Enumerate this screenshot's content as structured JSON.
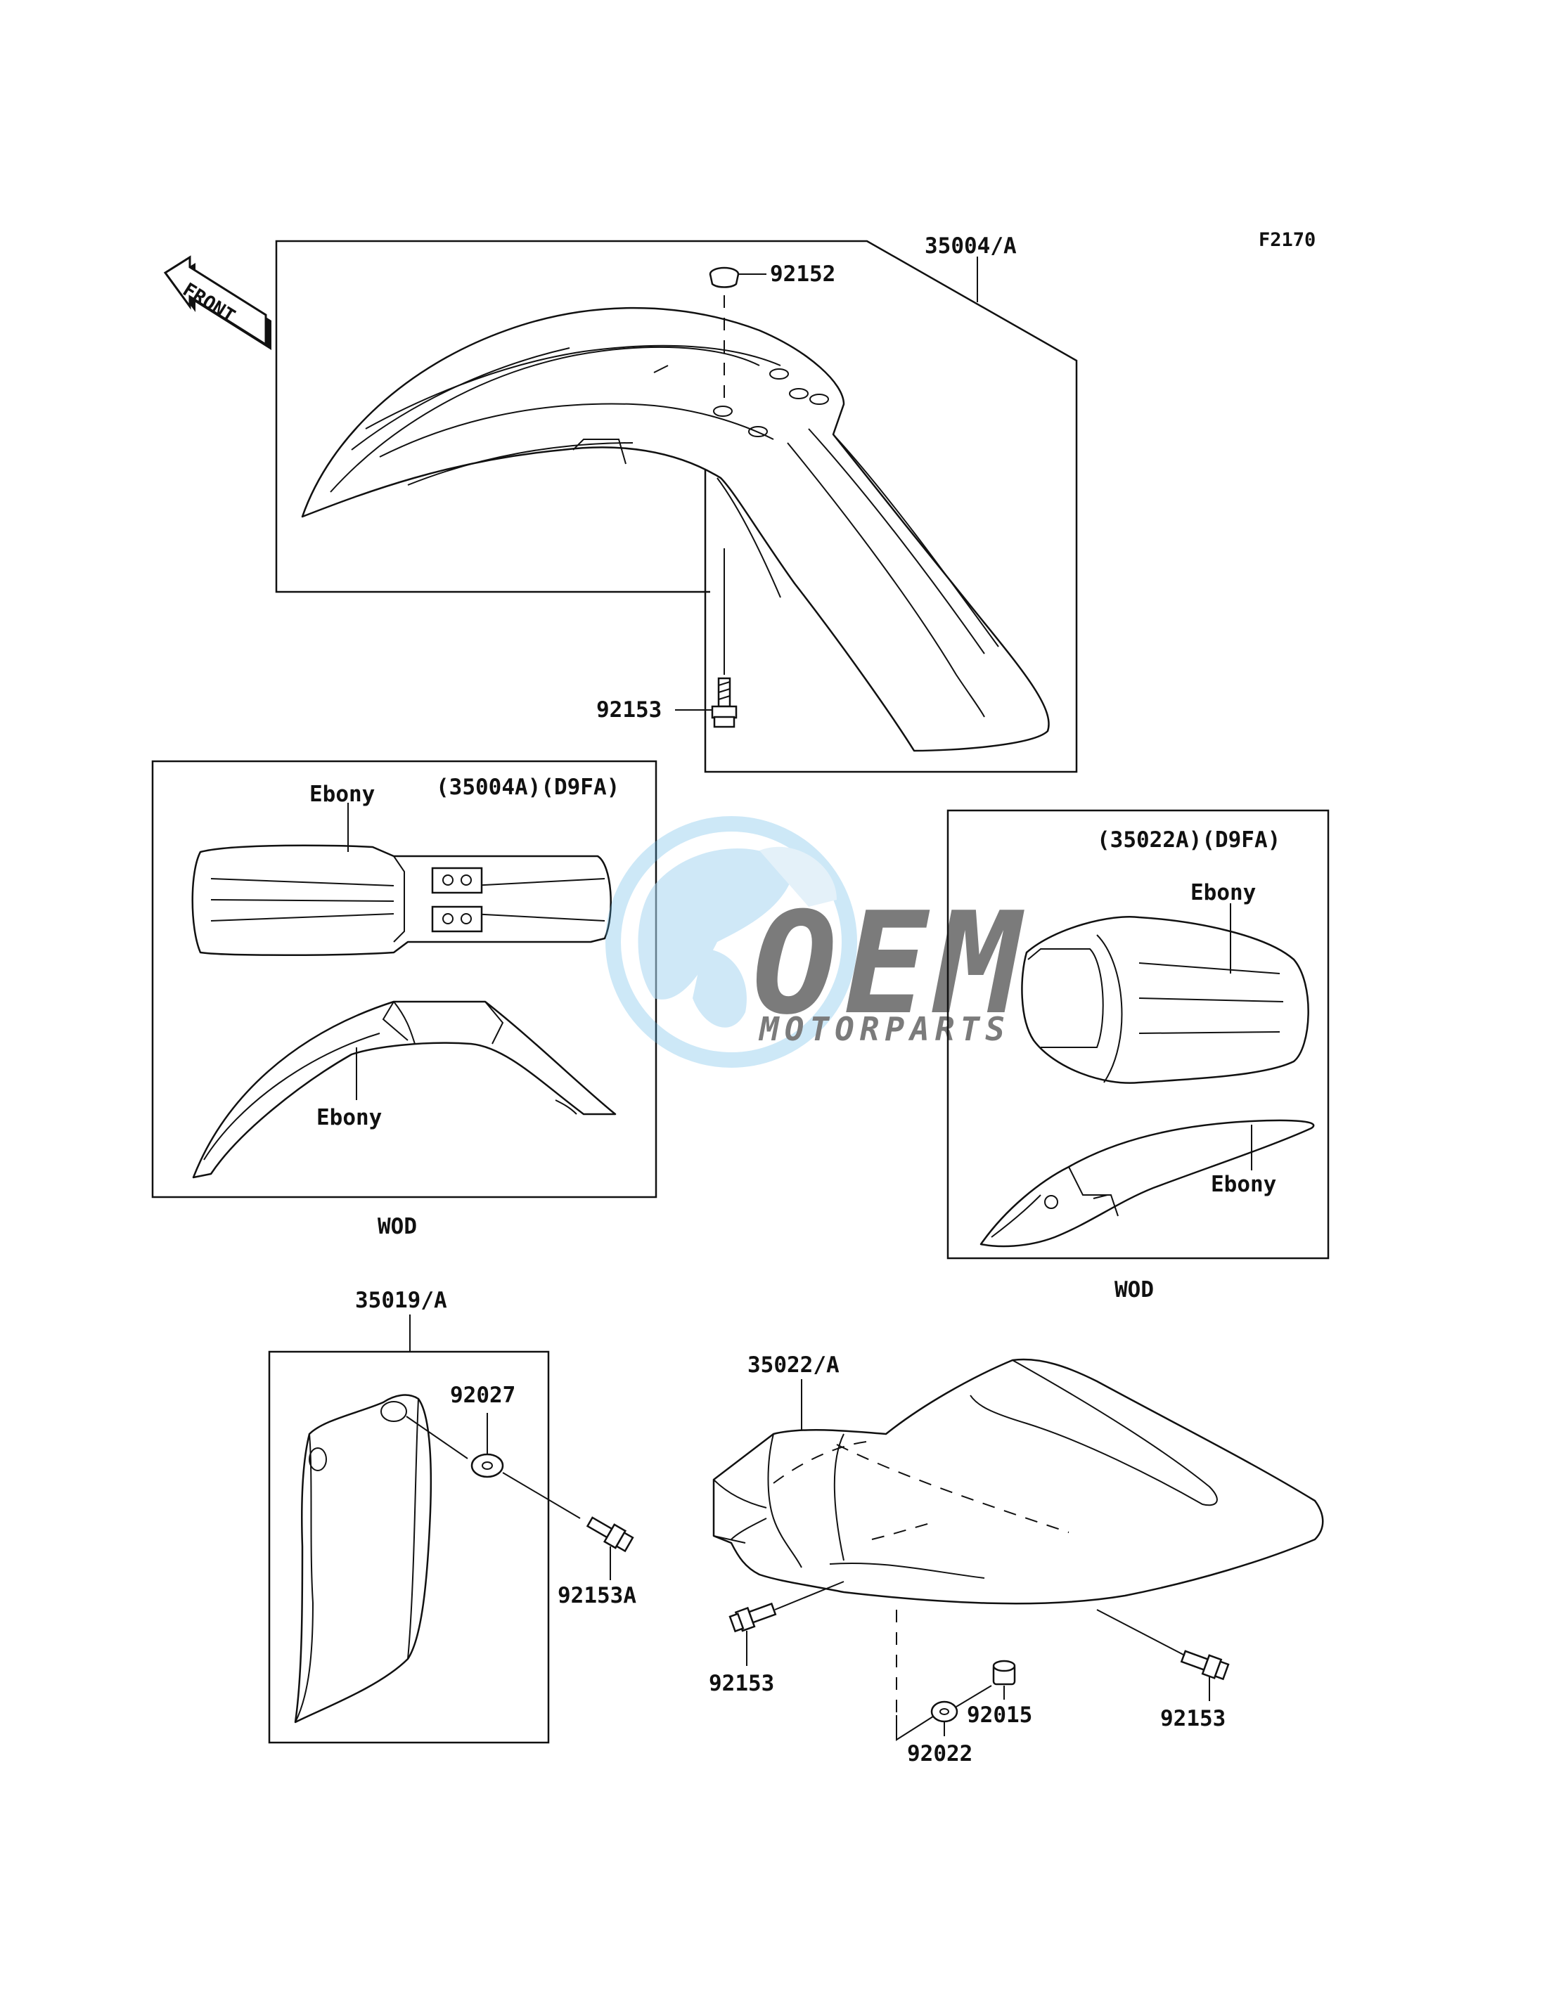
{
  "figure_code": "F2170",
  "front_arrow_label": "FRONT",
  "callouts": {
    "front_fender": "35004/A",
    "grommet": "92152",
    "front_bolt": "92153",
    "fork_guard": "35019/A",
    "fork_guard_washer": "92027",
    "fork_guard_bolt": "92153A",
    "rear_fender": "35022/A",
    "rear_bolt_left": "92153",
    "rear_bolt_right": "92153",
    "rear_collar": "92022",
    "rear_nut": "92015"
  },
  "inset_front": {
    "header": "(35004A)(D9FA)",
    "top_label": "Ebony",
    "bottom_label": "Ebony",
    "footer": "WOD"
  },
  "inset_rear": {
    "header": "(35022A)(D9FA)",
    "top_label": "Ebony",
    "bottom_label": "Ebony",
    "footer": "WOD"
  },
  "watermark": {
    "brand": "OEM",
    "tagline": "MOTORPARTS"
  },
  "colors": {
    "line": "#111111",
    "watermark_blue": "#5ab4e6",
    "watermark_gray": "#9a9a9a"
  }
}
